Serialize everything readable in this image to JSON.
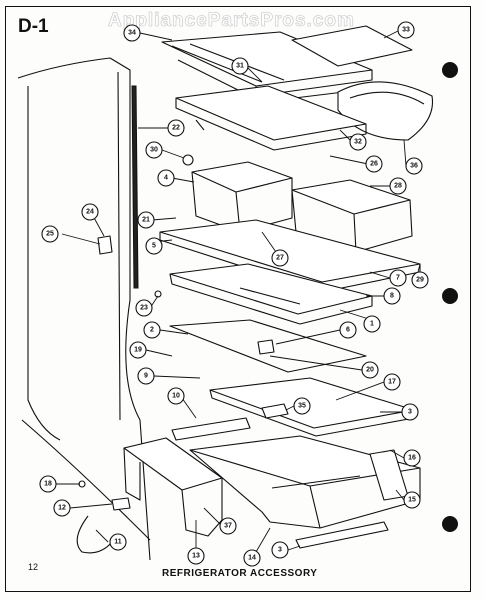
{
  "diagram": {
    "sheet_id": "D-1",
    "watermark": "AppliancePartsPros.com",
    "page_number": "12",
    "caption": "REFRIGERATOR ACCESSORY",
    "callouts": [
      {
        "label": "34"
      },
      {
        "label": "33"
      },
      {
        "label": "31"
      },
      {
        "label": "22"
      },
      {
        "label": "32"
      },
      {
        "label": "36"
      },
      {
        "label": "30"
      },
      {
        "label": "26"
      },
      {
        "label": "4"
      },
      {
        "label": "28"
      },
      {
        "label": "21"
      },
      {
        "label": "24"
      },
      {
        "label": "25"
      },
      {
        "label": "5"
      },
      {
        "label": "27"
      },
      {
        "label": "7"
      },
      {
        "label": "29"
      },
      {
        "label": "23"
      },
      {
        "label": "8"
      },
      {
        "label": "1"
      },
      {
        "label": "2"
      },
      {
        "label": "6"
      },
      {
        "label": "19"
      },
      {
        "label": "20"
      },
      {
        "label": "9"
      },
      {
        "label": "17"
      },
      {
        "label": "10"
      },
      {
        "label": "35"
      },
      {
        "label": "3"
      },
      {
        "label": "16"
      },
      {
        "label": "18"
      },
      {
        "label": "15"
      },
      {
        "label": "12"
      },
      {
        "label": "37"
      },
      {
        "label": "11"
      },
      {
        "label": "13"
      },
      {
        "label": "14"
      },
      {
        "label": "3"
      }
    ]
  }
}
